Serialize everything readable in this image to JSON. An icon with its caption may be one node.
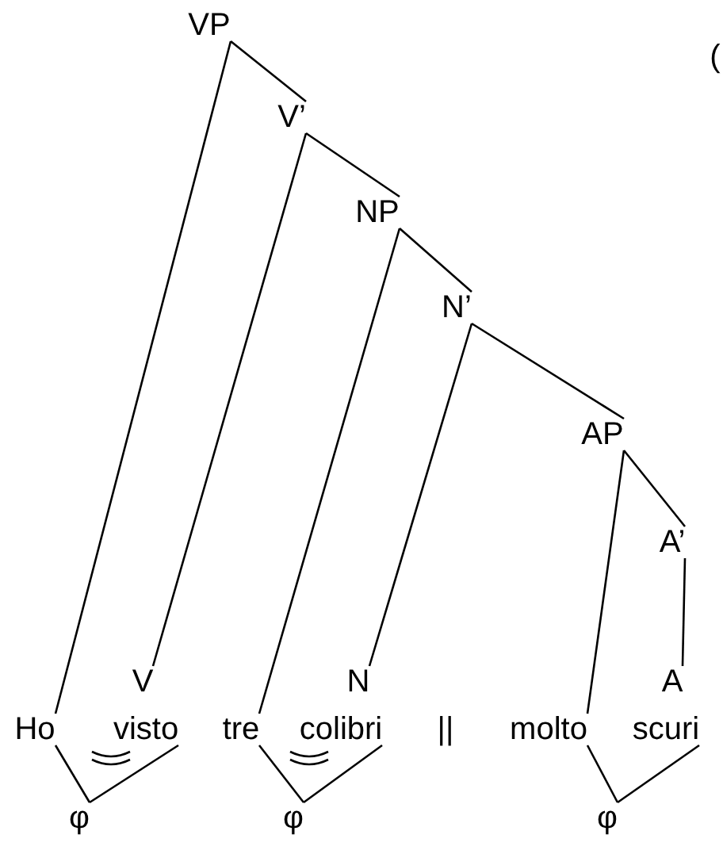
{
  "diagram": {
    "nodes": [
      {
        "text": [
          "VP"
        ]
      },
      {
        "text": [
          "V’"
        ]
      },
      {
        "text": [
          "NP"
        ]
      },
      {
        "text": [
          "N’"
        ]
      },
      {
        "text": [
          "AP"
        ]
      },
      {
        "text": [
          "A’"
        ]
      },
      {
        "text": [
          "V"
        ]
      },
      {
        "text": [
          "N"
        ]
      },
      {
        "text": [
          "A"
        ]
      },
      {
        "text": [
          "Ho"
        ]
      },
      {
        "text": [
          "visto"
        ]
      },
      {
        "text": [
          "tre"
        ]
      },
      {
        "text": [
          "colibri"
        ]
      },
      {
        "text": [
          "molto"
        ]
      },
      {
        "text": [
          "scuri"
        ]
      },
      {
        "text": [
          "φ"
        ]
      },
      {
        "text": [
          "φ"
        ]
      },
      {
        "text": [
          "φ"
        ]
      }
    ],
    "edges": [
      {
        "from": 0,
        "to": 9,
        "arrow": "none"
      },
      {
        "from": 0,
        "to": 1,
        "arrow": "none"
      },
      {
        "from": 1,
        "to": 6,
        "arrow": "none"
      },
      {
        "from": 1,
        "to": 2,
        "arrow": "none"
      },
      {
        "from": 2,
        "to": 11,
        "arrow": "none"
      },
      {
        "from": 2,
        "to": 3,
        "arrow": "none"
      },
      {
        "from": 3,
        "to": 7,
        "arrow": "none"
      },
      {
        "from": 3,
        "to": 4,
        "arrow": "none"
      },
      {
        "from": 4,
        "to": 13,
        "arrow": "none"
      },
      {
        "from": 4,
        "to": 5,
        "arrow": "none"
      },
      {
        "from": 5,
        "to": 8,
        "arrow": "none"
      },
      {
        "from": 9,
        "to": 15,
        "arrow": "none"
      },
      {
        "from": 10,
        "to": 15,
        "arrow": "none"
      },
      {
        "from": 11,
        "to": 16,
        "arrow": "none"
      },
      {
        "from": 12,
        "to": 16,
        "arrow": "none"
      },
      {
        "from": 13,
        "to": 17,
        "arrow": "none"
      },
      {
        "from": 14,
        "to": 17,
        "arrow": "none"
      }
    ],
    "labels": [
      "||",
      "("
    ]
  }
}
